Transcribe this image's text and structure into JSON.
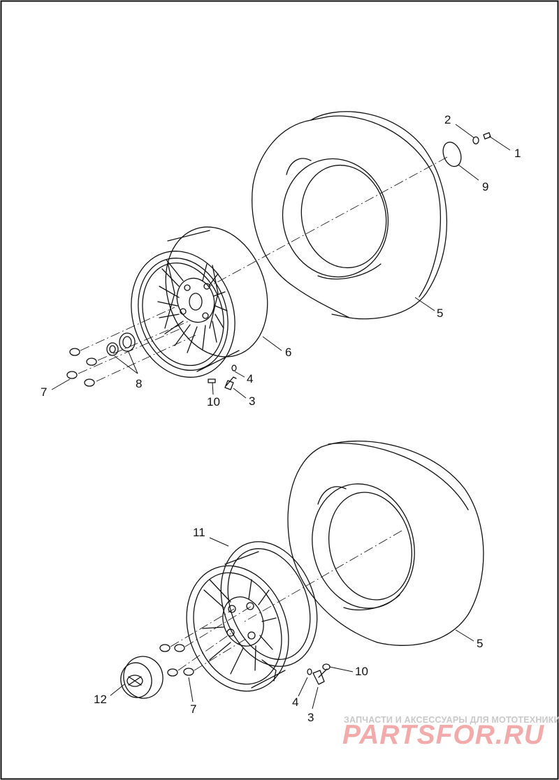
{
  "callouts": {
    "c1": "1",
    "c2": "2",
    "c3a": "3",
    "c4a": "4",
    "c5a": "5",
    "c6": "6",
    "c7a": "7",
    "c8": "8",
    "c9": "9",
    "c10a": "10",
    "c11": "11",
    "c5b": "5",
    "c10b": "10",
    "c4b": "4",
    "c12": "12",
    "c7b": "7",
    "c3b": "3"
  },
  "watermark": {
    "tagline": "ЗАПЧАСТИ И АКСЕССУАРЫ ДЛЯ МОТОТЕХНИКИ",
    "brand": "PARTSFOR.RU"
  },
  "colors": {
    "line": "#111111",
    "watermark_red": "#f2aaaa",
    "watermark_gray": "#c9c9c9"
  }
}
